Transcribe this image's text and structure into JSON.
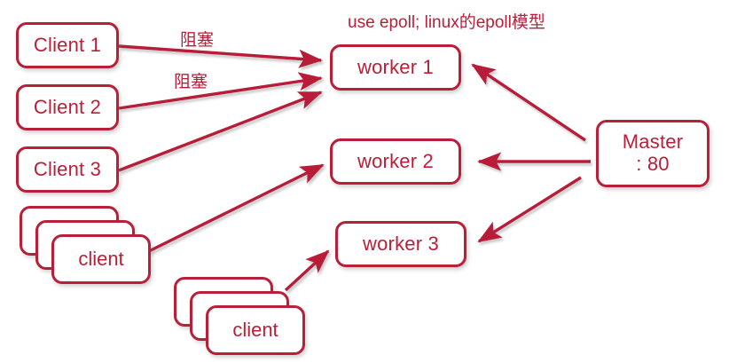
{
  "diagram": {
    "title_note": "use epoll; linux的epoll模型",
    "accent_color": "#b91f38",
    "background_color": "#ffffff",
    "clients": [
      {
        "label": "Client 1"
      },
      {
        "label": "Client 2"
      },
      {
        "label": "Client 3"
      }
    ],
    "client_stacks": [
      {
        "label": "client",
        "count": 3
      },
      {
        "label": "client",
        "count": 3
      }
    ],
    "workers": [
      {
        "label": "worker 1"
      },
      {
        "label": "worker 2"
      },
      {
        "label": "worker 3"
      }
    ],
    "master": {
      "label": "Master\n: 80",
      "name": "Master",
      "port": ": 80"
    },
    "edge_labels": [
      {
        "text": "阻塞"
      },
      {
        "text": "阻塞"
      }
    ]
  }
}
